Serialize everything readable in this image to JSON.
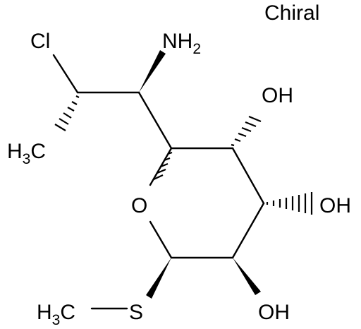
{
  "molecule": {
    "chirality_label": "Chiral",
    "atoms": {
      "cl": "Cl",
      "nh2_main": "NH",
      "nh2_sub": "2",
      "oh_top": "OH",
      "oh_right": "OH",
      "oh_bottom": "OH",
      "ring_oxygen": "O",
      "sulfur": "S",
      "h3c_left_h": "H",
      "h3c_left_sub": "3",
      "h3c_left_c": "C",
      "h3c_bottom_h": "H",
      "h3c_bottom_sub": "3",
      "h3c_bottom_c": "C"
    }
  }
}
